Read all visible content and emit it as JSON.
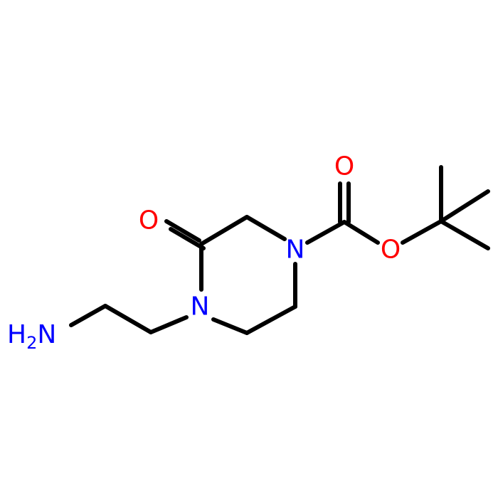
{
  "molecule": {
    "colors": {
      "bond": "#000000",
      "nitrogen": "#0000ff",
      "oxygen": "#ff0000",
      "background": "#ffffff"
    },
    "atom_labels": {
      "n_ring_carbamate": "N",
      "n_ring_amide": "N",
      "o_carbonyl_ester": "O",
      "o_ester": "O",
      "o_amide": "O",
      "amine_h": "H",
      "amine_h_count": "2",
      "amine_n": "N"
    }
  }
}
